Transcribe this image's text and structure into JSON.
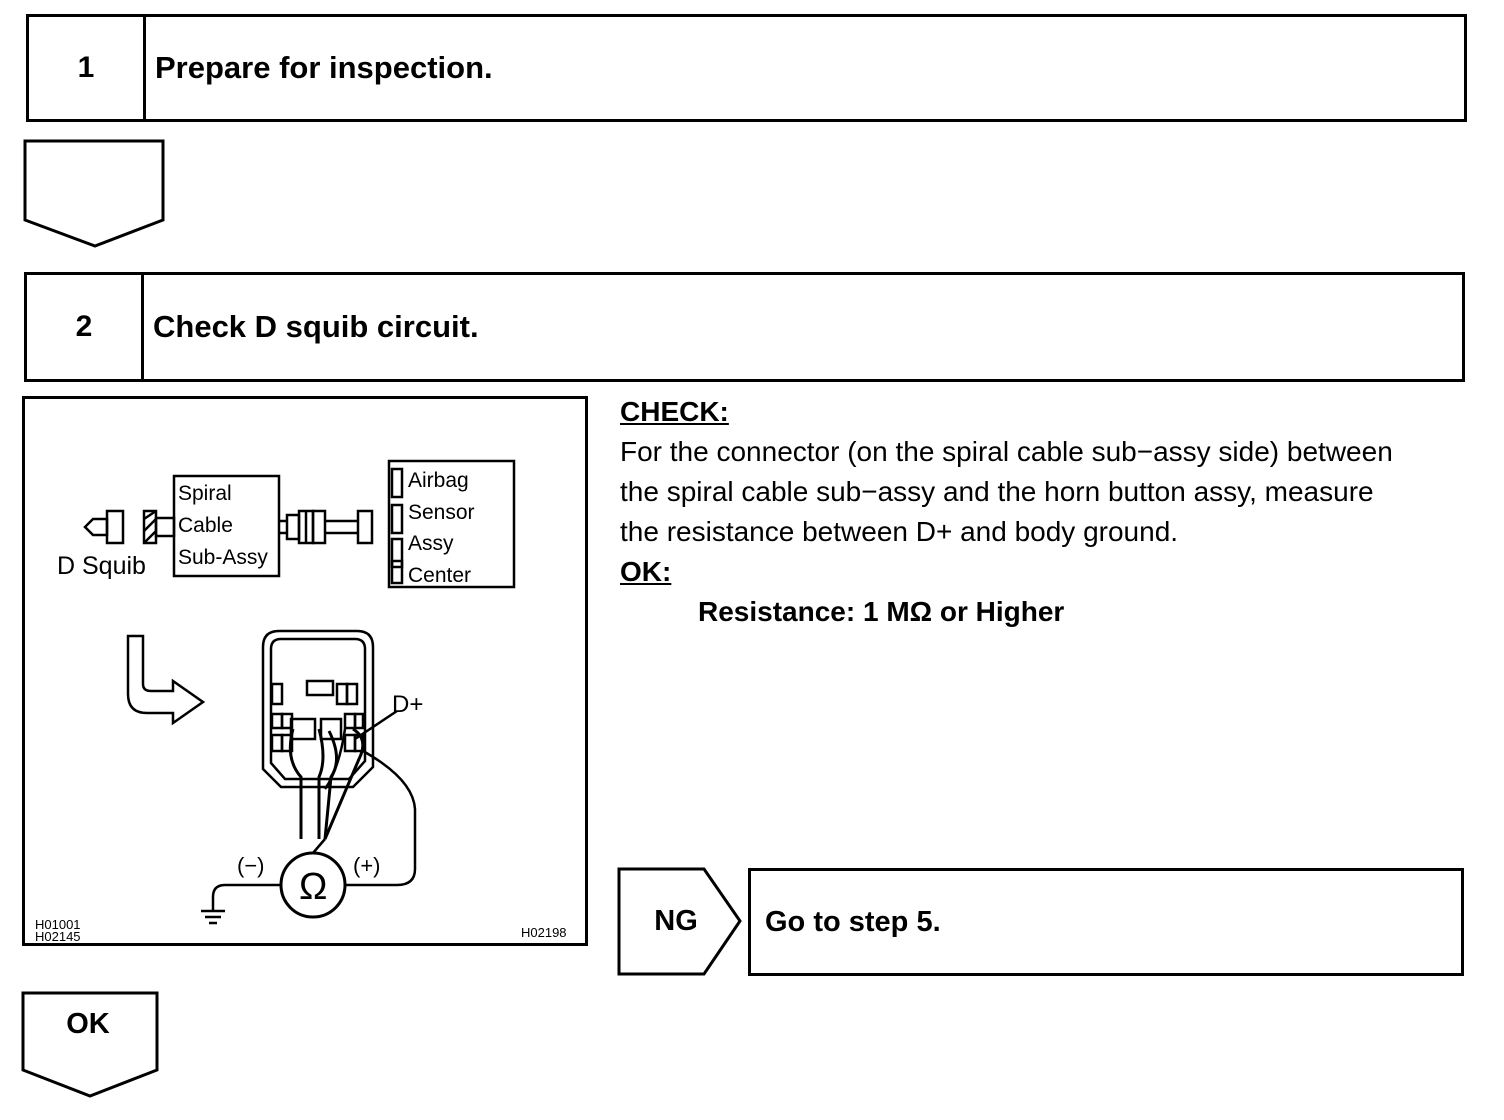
{
  "step1": {
    "number": "1",
    "title": "Prepare for inspection."
  },
  "step2": {
    "number": "2",
    "title": "Check D squib circuit."
  },
  "diagram": {
    "d_squib": "D Squib",
    "spiral_lines": [
      "Spiral",
      "Cable",
      "Sub-Assy"
    ],
    "airbag_lines": [
      "Airbag",
      "Sensor",
      "Assy",
      "Center"
    ],
    "d_plus": "D+",
    "minus": "(−)",
    "plus": "(+)",
    "ohm": "Ω",
    "code_left_1": "H01001",
    "code_left_2": "H02145",
    "code_right": "H02198"
  },
  "check": {
    "heading": "CHECK:",
    "lines": [
      "For the connector (on the spiral cable sub−assy side) between",
      "the spiral cable sub−assy and the horn button assy, measure",
      "the resistance between D+ and body ground."
    ],
    "ok_heading": "OK:",
    "spec": "Resistance: 1 MΩ or Higher"
  },
  "ng": {
    "label": "NG",
    "action": "Go to step 5."
  },
  "ok_arrow": {
    "label": "OK"
  }
}
